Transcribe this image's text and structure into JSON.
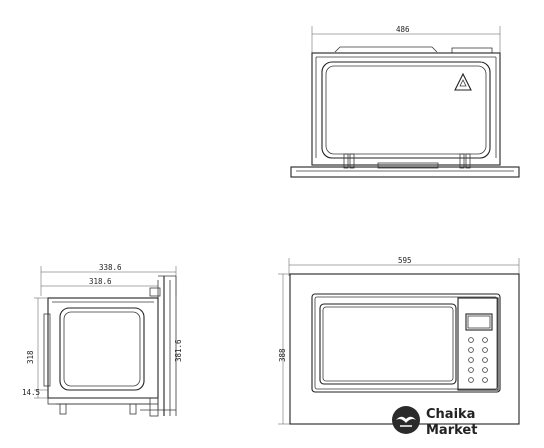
{
  "top_view": {
    "width_label": "486"
  },
  "side_view": {
    "outer_width_label": "338.6",
    "inner_width_label": "318.6",
    "inner_height_label": "318",
    "outer_height_label": "381.6",
    "bottom_offset_label": "14.5"
  },
  "front_view": {
    "width_label": "595",
    "height_label": "388"
  },
  "watermark": {
    "line1": "Chaika",
    "line2": "Market"
  }
}
